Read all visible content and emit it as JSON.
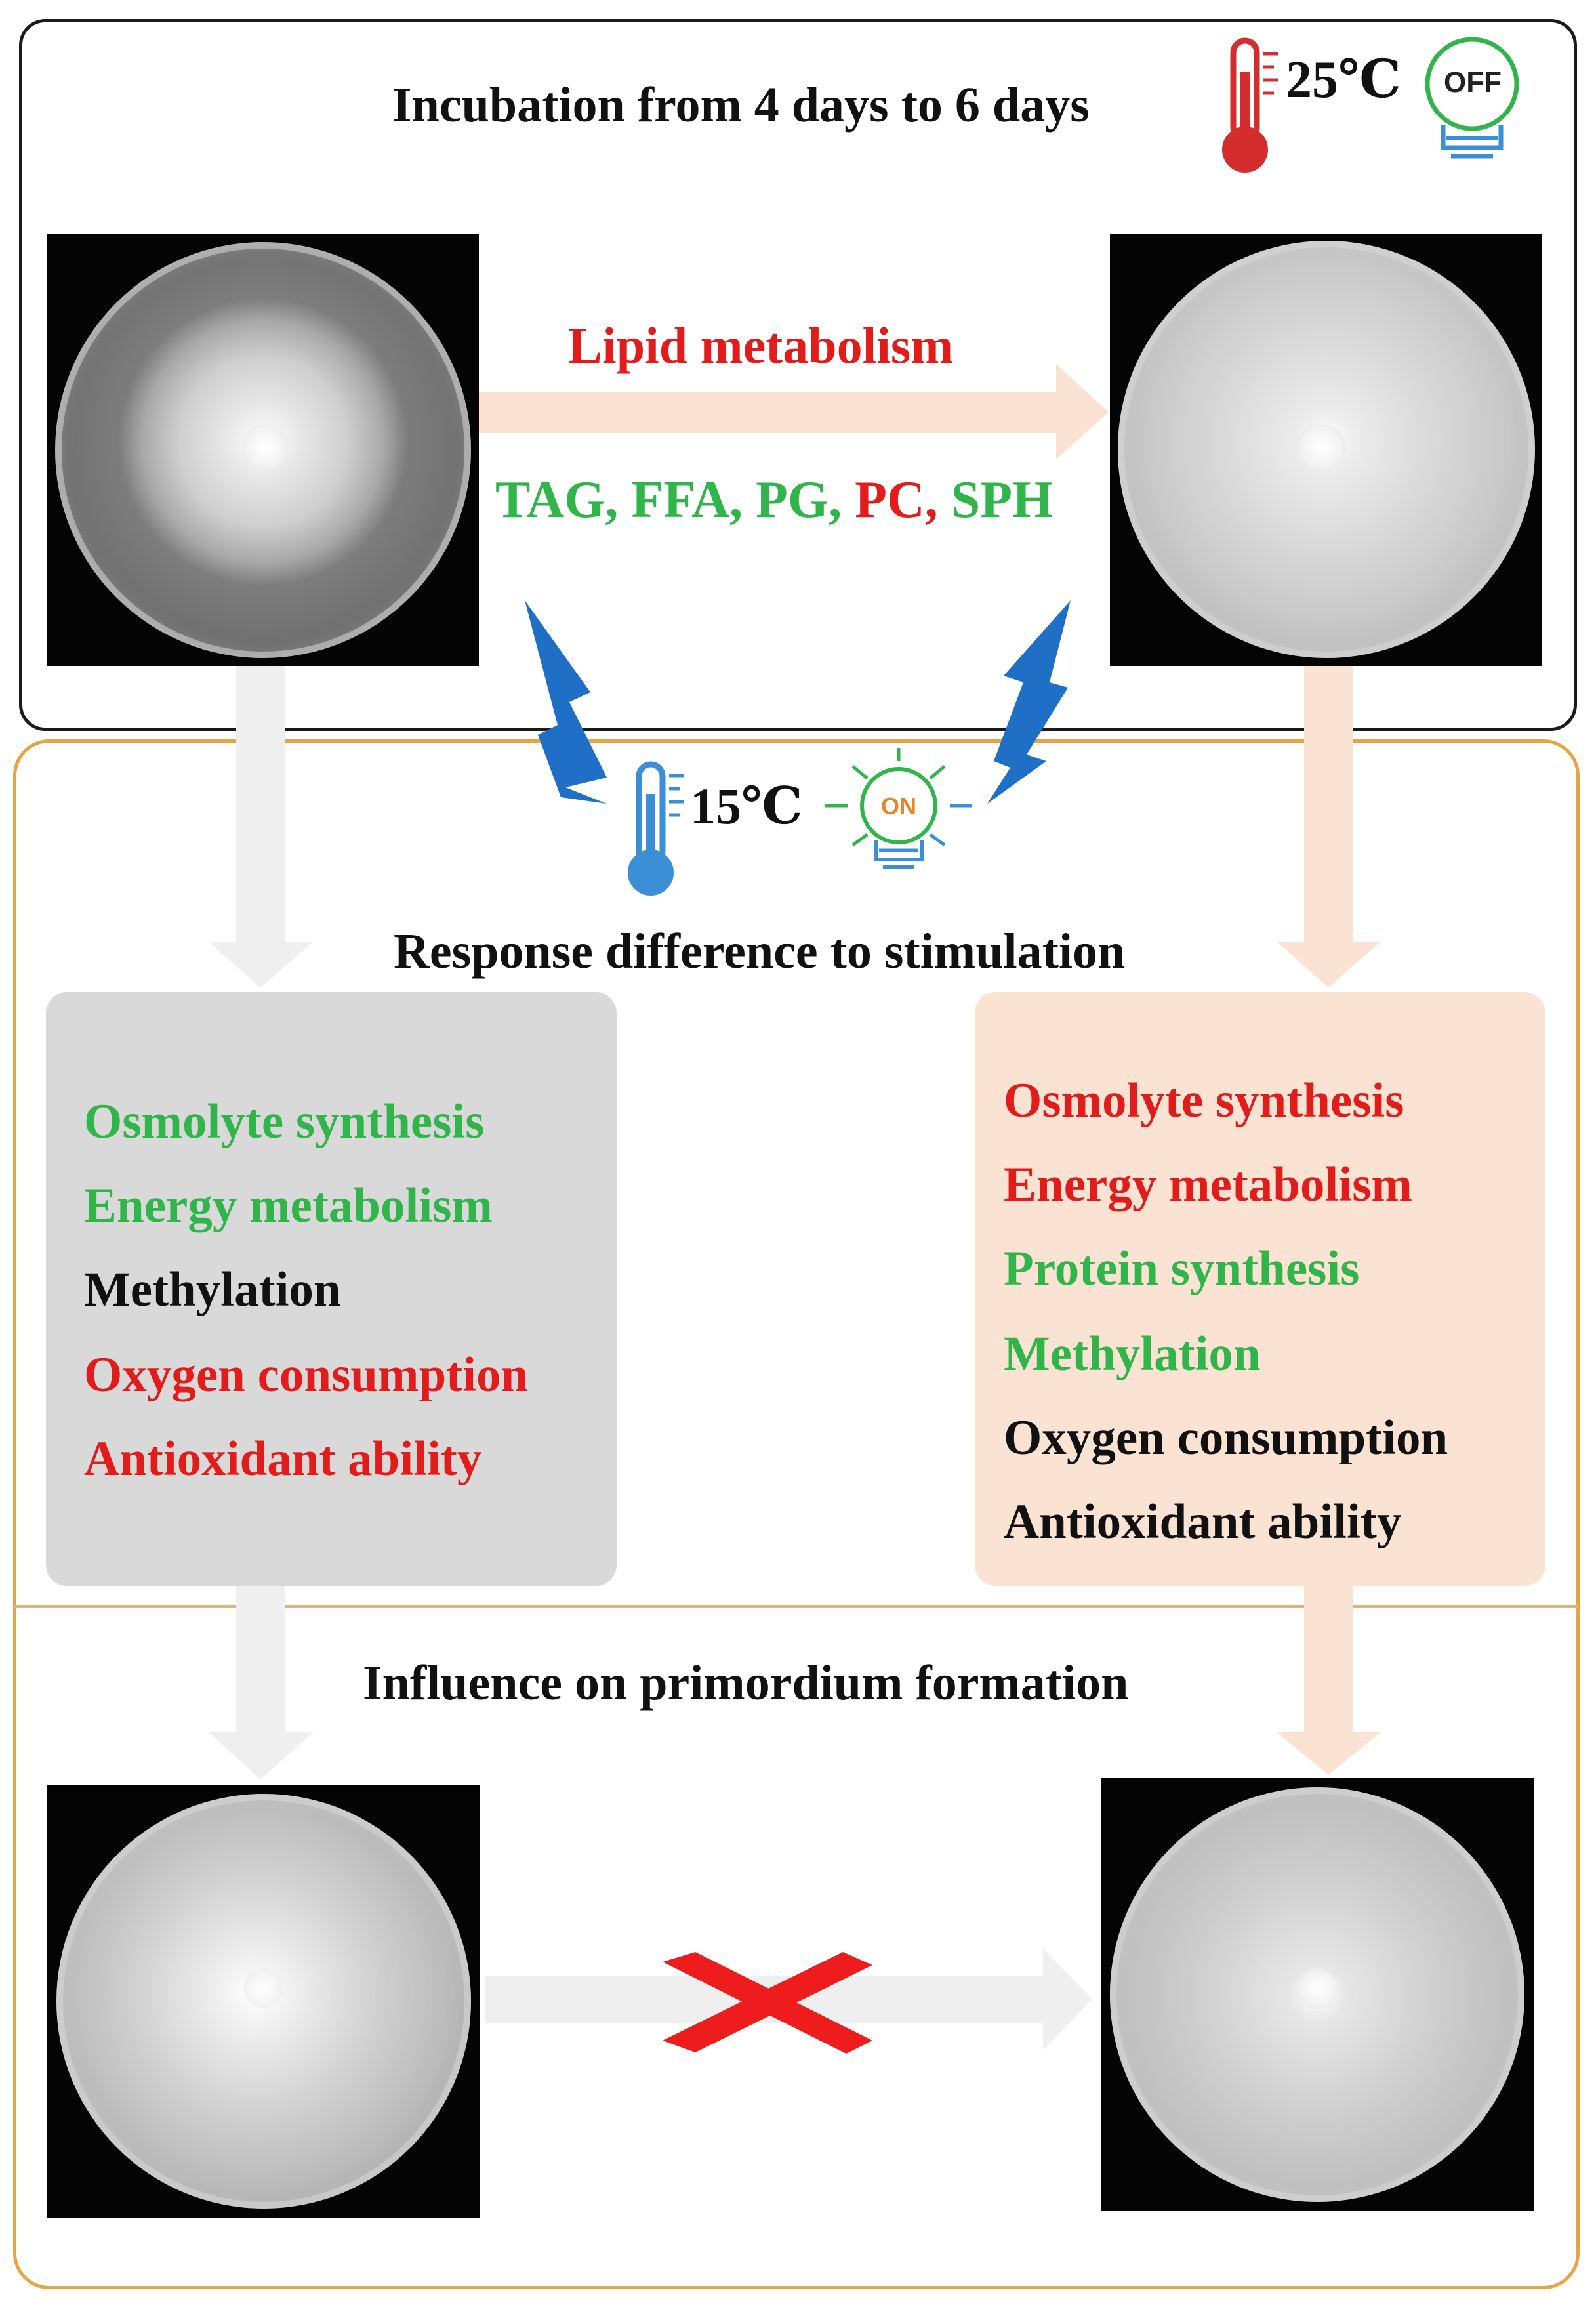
{
  "top_section": {
    "heading": "Incubation from 4 days to 6 days",
    "temperature": "25℃",
    "light_state": "OFF",
    "arrow_label": "Lipid metabolism",
    "lipids": [
      {
        "text": "TAG,",
        "color": "#2fb54a"
      },
      {
        "text": "FFA,",
        "color": "#2fb54a"
      },
      {
        "text": "PG,",
        "color": "#2fb54a"
      },
      {
        "text": "PC,",
        "color": "#e21b1b"
      },
      {
        "text": "SPH",
        "color": "#2fb54a"
      }
    ]
  },
  "stimulation": {
    "temperature": "15℃",
    "light_state": "ON",
    "heading": "Response difference to stimulation"
  },
  "left_box": {
    "items": [
      {
        "text": "Osmolyte synthesis",
        "color": "green"
      },
      {
        "text": "Energy metabolism",
        "color": "green"
      },
      {
        "text": "Methylation",
        "color": "black"
      },
      {
        "text": "Oxygen consumption",
        "color": "red"
      },
      {
        "text": "Antioxidant ability",
        "color": "red"
      }
    ]
  },
  "right_box": {
    "items": [
      {
        "text": "Osmolyte synthesis",
        "color": "red"
      },
      {
        "text": "Energy metabolism",
        "color": "red"
      },
      {
        "text": "Protein synthesis",
        "color": "green"
      },
      {
        "text": "Methylation",
        "color": "green"
      },
      {
        "text": "Oxygen consumption",
        "color": "black"
      },
      {
        "text": "Antioxidant ability",
        "color": "black"
      }
    ]
  },
  "bottom_section": {
    "heading": "Influence on primordium formation"
  },
  "colors": {
    "increase": "#e21b1b",
    "decrease": "#2fb54a",
    "unchanged": "#111111",
    "top_border": "#1a1a1a",
    "bottom_border": "#e8a443",
    "left_box_fill": "#d9d9d9",
    "right_box_fill": "#fbe3d3",
    "cold_blue": "#3a8fd6",
    "warm_red": "#d42d2d",
    "lightning_blue": "#1f6fc7"
  },
  "icons": [
    "thermometer-hot-icon",
    "bulb-off-icon",
    "thermometer-cold-icon",
    "bulb-on-icon",
    "lightning-icon",
    "cross-icon"
  ]
}
